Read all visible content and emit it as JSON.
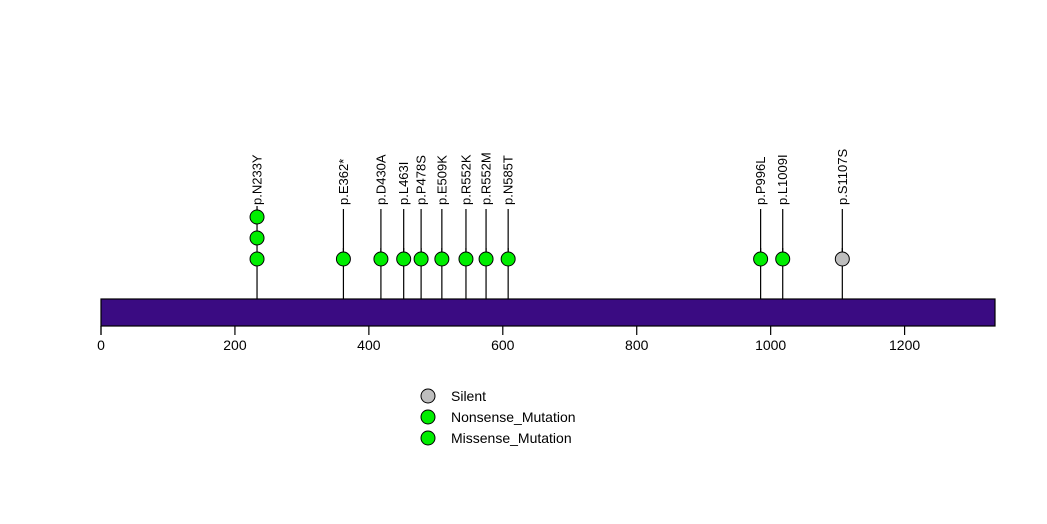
{
  "chart_data": {
    "type": "lollipop",
    "title": "",
    "xlabel": "",
    "ylabel": "",
    "xlim": [
      0,
      1335
    ],
    "axis": {
      "ticks": [
        0,
        200,
        400,
        600,
        800,
        1000,
        1200
      ],
      "tick_labels": [
        "0",
        "200",
        "400",
        "600",
        "800",
        "1000",
        "1200"
      ],
      "domain_bar_color": "#3A0B82",
      "domain_start": 0,
      "domain_end": 1335
    },
    "mutations": [
      {
        "label": "p.N233Y",
        "position": 233,
        "count": 3,
        "type": "Missense_Mutation",
        "color": "#00EE00"
      },
      {
        "label": "p.E362*",
        "position": 362,
        "count": 1,
        "type": "Nonsense_Mutation",
        "color": "#00EE00"
      },
      {
        "label": "p.D430A",
        "position": 418,
        "count": 1,
        "type": "Missense_Mutation",
        "color": "#00EE00"
      },
      {
        "label": "p.L463I",
        "position": 452,
        "count": 1,
        "type": "Missense_Mutation",
        "color": "#00EE00"
      },
      {
        "label": "p.P478S",
        "position": 478,
        "count": 1,
        "type": "Missense_Mutation",
        "color": "#00EE00"
      },
      {
        "label": "p.E509K",
        "position": 509,
        "count": 1,
        "type": "Missense_Mutation",
        "color": "#00EE00"
      },
      {
        "label": "p.R552K",
        "position": 545,
        "count": 1,
        "type": "Missense_Mutation",
        "color": "#00EE00"
      },
      {
        "label": "p.R552M",
        "position": 575,
        "count": 1,
        "type": "Missense_Mutation",
        "color": "#00EE00"
      },
      {
        "label": "p.N585T",
        "position": 608,
        "count": 1,
        "type": "Missense_Mutation",
        "color": "#00EE00"
      },
      {
        "label": "p.P996L",
        "position": 985,
        "count": 1,
        "type": "Missense_Mutation",
        "color": "#00EE00"
      },
      {
        "label": "p.L1009I",
        "position": 1018,
        "count": 1,
        "type": "Missense_Mutation",
        "color": "#00EE00"
      },
      {
        "label": "p.S1107S",
        "position": 1107,
        "count": 1,
        "type": "Silent",
        "color": "#BEBEBE"
      }
    ],
    "legend": {
      "position": "bottom-center",
      "entries": [
        {
          "label": "Silent",
          "color": "#BEBEBE"
        },
        {
          "label": "Nonsense_Mutation",
          "color": "#00EE00"
        },
        {
          "label": "Missense_Mutation",
          "color": "#00EE00"
        }
      ]
    }
  }
}
